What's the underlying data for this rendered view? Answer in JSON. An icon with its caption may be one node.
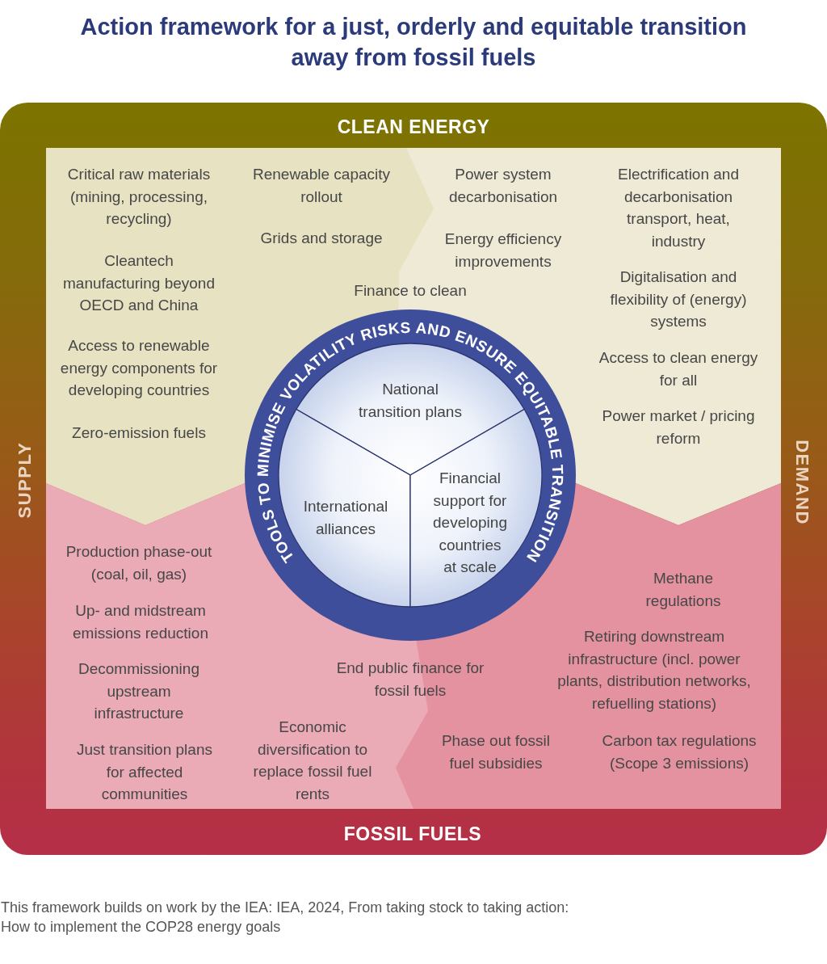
{
  "diagram": {
    "title": "Action framework for a just, orderly and equitable transition away from fossil fuels",
    "caption": "This framework builds on work by the IEA: IEA, 2024, From taking stock to taking action: How to implement the COP28 energy goals",
    "nodes": [
      {
        "text": [
          "CLEAN ENERGY",
          "SUPPLY",
          "DEMAND",
          "FOSSIL FUELS"
        ]
      },
      {
        "text": [
          "Critical raw materials (mining, processing, recycling)",
          "Cleantech manufacturing beyond OECD and China",
          "Access to renewable energy components for developing countries",
          "Zero-emission fuels",
          "Renewable capacity rollout",
          "Grids and storage",
          "Finance to clean",
          "Power system decarbonisation",
          "Energy efficiency improvements",
          "Electrification and decarbonisation transport, heat, industry",
          "Digitalisation and flexibility of (energy) systems",
          "Access to clean energy for all",
          "Power market / pricing reform"
        ],
        "in": 0
      },
      {
        "text": [
          "Production phase-out (coal, oil, gas)",
          "Up- and midstream emissions reduction",
          "Decommissioning upstream infrastructure",
          "Just transition plans for affected communities",
          "End public finance for fossil fuels",
          "Economic diversification to replace fossil fuel rents",
          "Phase out fossil fuel subsidies",
          "Methane regulations",
          "Retiring downstream infrastructure (incl. power plants, distribution networks, refuelling stations)",
          "Carbon tax regulations (Scope 3 emissions)"
        ],
        "in": 0
      },
      {
        "text": [
          "TOOLS TO MINIMISE VOLATILITY RISKS AND ENSURE EQUITABLE TRANSITION",
          "National transition plans",
          "International alliances",
          "Financial support for developing countries at scale"
        ],
        "in": 0
      }
    ]
  }
}
